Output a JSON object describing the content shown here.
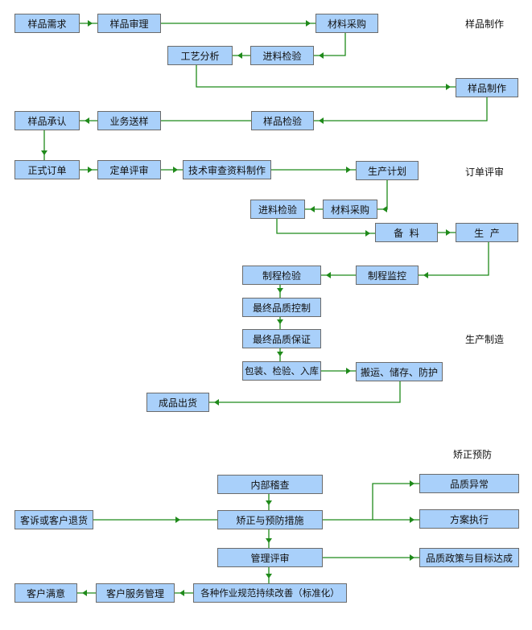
{
  "sections": {
    "sample_making": "样品制作",
    "order_review": "订单评审",
    "production": "生产制造",
    "corrective_prevention": "矫正预防"
  },
  "boxes": {
    "sample_demand": "样品需求",
    "sample_review": "样品审理",
    "material_purchase_1": "材料采购",
    "incoming_inspection_1": "进料检验",
    "process_analysis": "工艺分析",
    "sample_making": "样品制作",
    "sample_approval": "样品承认",
    "business_delivery": "业务送样",
    "sample_inspection": "样品检验",
    "formal_order": "正式订单",
    "order_review": "定单评审",
    "tech_review": "技术审查资料制作",
    "production_plan": "生产计划",
    "incoming_inspection_2": "进料检验",
    "material_purchase_2": "材料采购",
    "material_prep": "备  料",
    "production": "生  产",
    "process_inspection": "制程检验",
    "process_monitoring": "制程监控",
    "final_qc": "最终品质控制",
    "final_qa": "最终品质保证",
    "packing": "包装、检验、入库",
    "handling": "搬运、储存、防护",
    "shipment": "成品出货",
    "internal_audit": "内部稽查",
    "complaint": "客诉或客户退货",
    "corrective_action": "矫正与预防措施",
    "quality_abnormal": "品质异常",
    "plan_execution": "方案执行",
    "management_review": "管理评审",
    "quality_policy": "品质政策与目标达成",
    "continuous_improvement": "各种作业规范持续改善（标准化）",
    "customer_service": "客户服务管理",
    "customer_satisfaction": "客户满意"
  },
  "colors": {
    "box_fill": "#a9d0fa",
    "box_border": "#6b6b6b",
    "connector": "#1f8a1a"
  }
}
